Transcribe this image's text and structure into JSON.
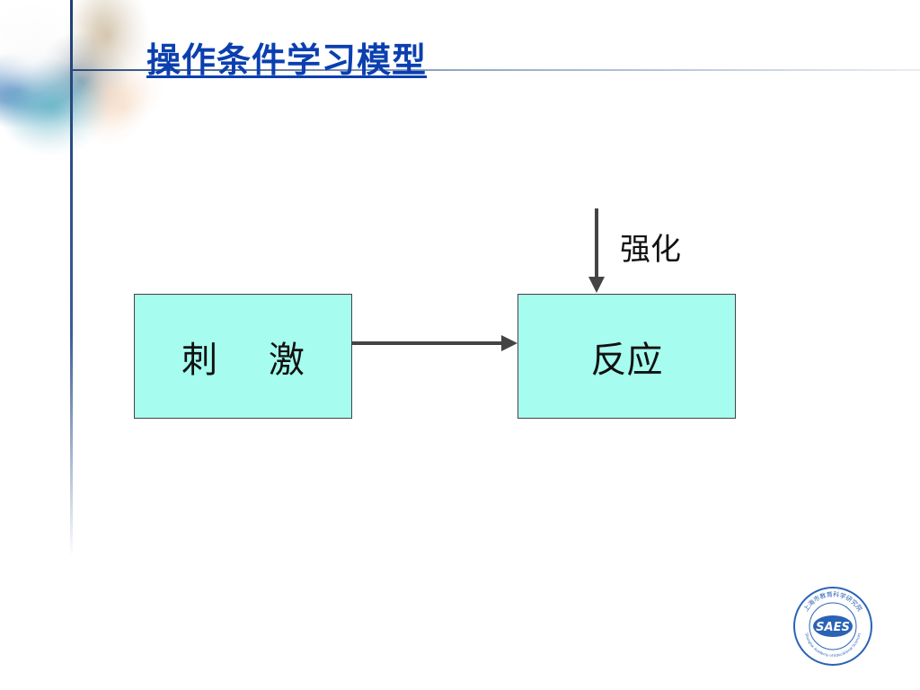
{
  "title": "操作条件学习模型",
  "diagram": {
    "stimulus_label": "刺 激",
    "response_label": "反应",
    "reinforcement_label": "强化"
  },
  "logo": {
    "text": "SAES",
    "ring_text_top": "上海市教育科学研究院",
    "ring_text_bottom": "Shanghai Academy of Educational Sciences"
  },
  "colors": {
    "title": "#0b3fb0",
    "box_fill": "#a6fcee",
    "arrow": "#444444",
    "logo_blue": "#2a63b5"
  }
}
